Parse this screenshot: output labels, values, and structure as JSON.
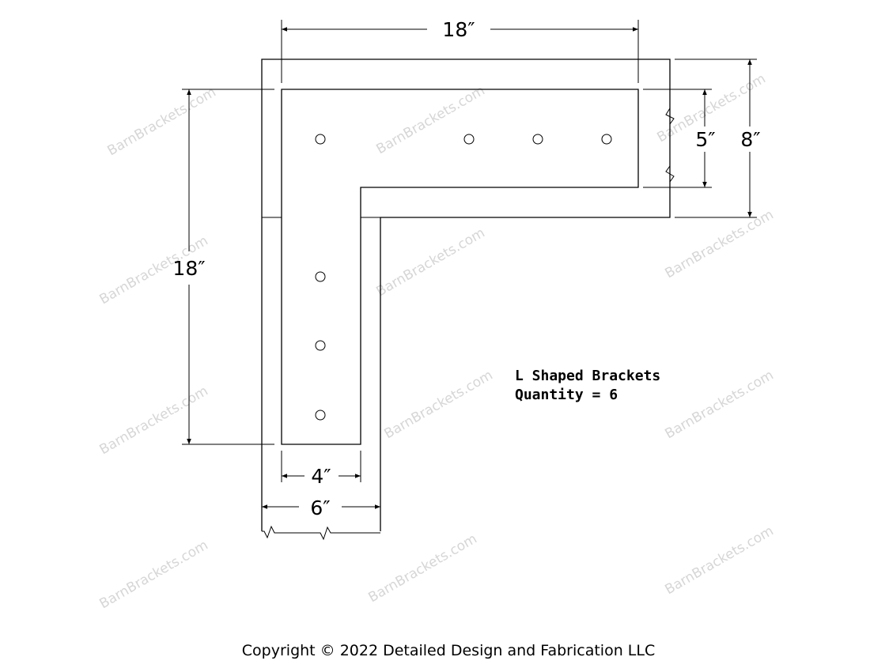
{
  "dimensions": {
    "top_width": "18″",
    "left_height": "18″",
    "arm_width_small": "5″",
    "arm_width_large": "8″",
    "leg_width_small": "4″",
    "leg_width_large": "6″"
  },
  "note": {
    "line1": "L Shaped Brackets",
    "line2": "Quantity = 6"
  },
  "copyright": "Copyright © 2022 Detailed Design and Fabrication LLC",
  "watermark": "BarnBrackets.com"
}
